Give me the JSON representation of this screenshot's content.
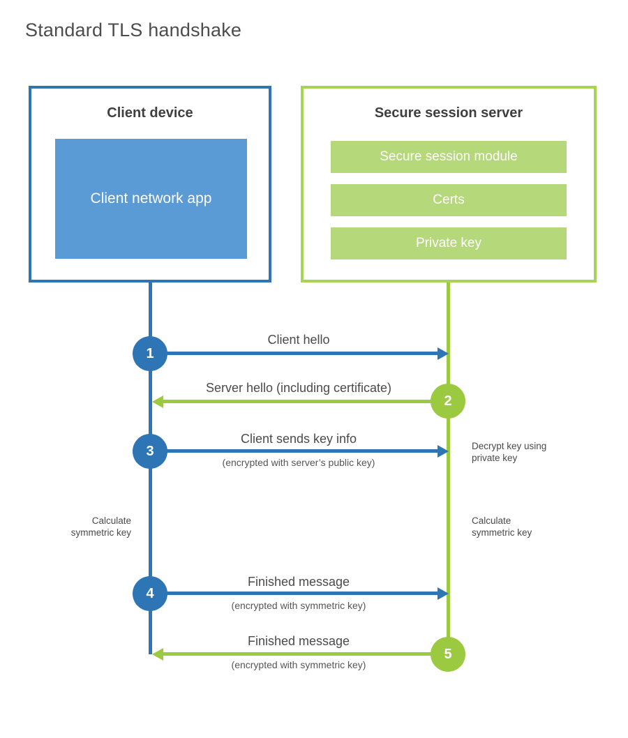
{
  "title": "Standard TLS handshake",
  "colors": {
    "blue": "#2e75b6",
    "blue_fill": "#5b9bd5",
    "green_line": "#9bc93f",
    "green_border": "#a7d455",
    "green_fill": "#b5d87a"
  },
  "client": {
    "title": "Client device",
    "app_label": "Client network app"
  },
  "server": {
    "title": "Secure session server",
    "modules": [
      {
        "label": "Secure session module"
      },
      {
        "label": "Certs"
      },
      {
        "label": "Private key"
      }
    ]
  },
  "messages": [
    {
      "num": "1",
      "label": "Client hello",
      "sub": ""
    },
    {
      "num": "2",
      "label": "Server hello (including certificate)",
      "sub": ""
    },
    {
      "num": "3",
      "label": "Client sends key info",
      "sub": "(encrypted with server’s public key)"
    },
    {
      "num": "4",
      "label": "Finished message",
      "sub": "(encrypted with symmetric key)"
    },
    {
      "num": "5",
      "label": "Finished message",
      "sub": "(encrypted with symmetric key)"
    }
  ],
  "notes": {
    "decrypt": {
      "line1": "Decrypt key using",
      "line2": "private key"
    },
    "calc_left": {
      "line1": "Calculate",
      "line2": "symmetric key"
    },
    "calc_right": {
      "line1": "Calculate",
      "line2": "symmetric key"
    }
  }
}
